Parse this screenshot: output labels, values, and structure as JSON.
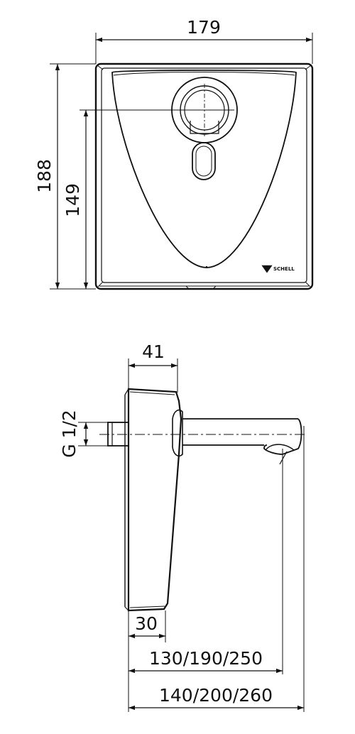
{
  "front_view": {
    "width_dim": "179",
    "height_dim": "188",
    "axis_height_dim": "149",
    "logo_text": "SCHELL"
  },
  "side_view": {
    "depth_dim": "41",
    "thread_dim": "G 1/2",
    "wall_dim": "30",
    "spout_outlet_dim": "130/190/250",
    "spout_total_dim": "140/200/260"
  },
  "colors": {
    "line": "#111111",
    "background": "#ffffff"
  }
}
